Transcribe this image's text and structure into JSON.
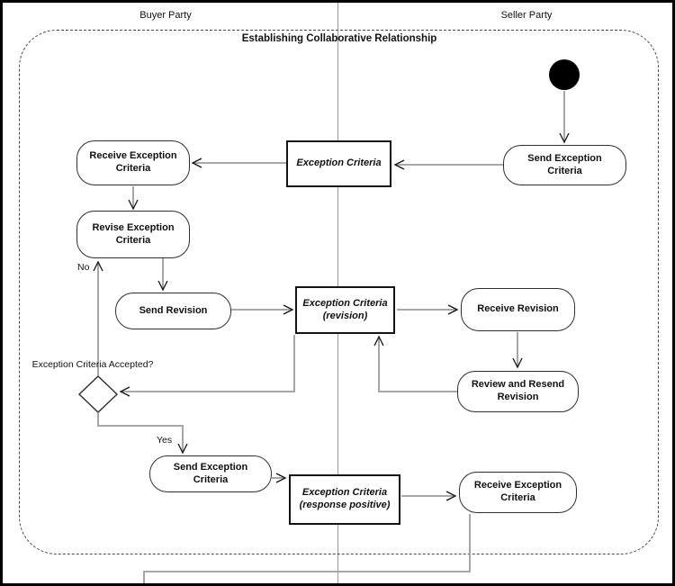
{
  "diagram": {
    "lane_header": {
      "buyer": "Buyer Party",
      "seller": "Seller Party"
    },
    "frame_title": "Establishing Collaborative Relationship",
    "nodes": {
      "send_exception_criteria_seller": {
        "label": "Send Exception Criteria"
      },
      "exception_criteria": {
        "name": "Exception Criteria"
      },
      "receive_exception_criteria_buyer": {
        "label": "Receive Exception Criteria"
      },
      "revise_exception_criteria": {
        "label": "Revise Exception Criteria"
      },
      "send_revision": {
        "label": "Send Revision"
      },
      "exception_criteria_revision": {
        "name": "Exception Criteria",
        "qualifier": "(revision)"
      },
      "receive_revision": {
        "label": "Receive Revision"
      },
      "review_and_resend_revision": {
        "label": "Review and Resend Revision"
      },
      "send_exception_criteria_buyer": {
        "label": "Send Exception Criteria"
      },
      "exception_criteria_response_positive": {
        "name": "Exception Criteria",
        "qualifier": "(response positive)"
      },
      "receive_exception_criteria_seller": {
        "label": "Receive Exception Criteria"
      }
    },
    "annotations": {
      "decision_question": "Exception Criteria Accepted?",
      "no_label": "No",
      "yes_label": "Yes"
    },
    "colors": {
      "connector": "#9c9c9c",
      "arrowhead": "#141414",
      "node_border": "#2e2e2e",
      "initial_node": "#000000"
    }
  }
}
